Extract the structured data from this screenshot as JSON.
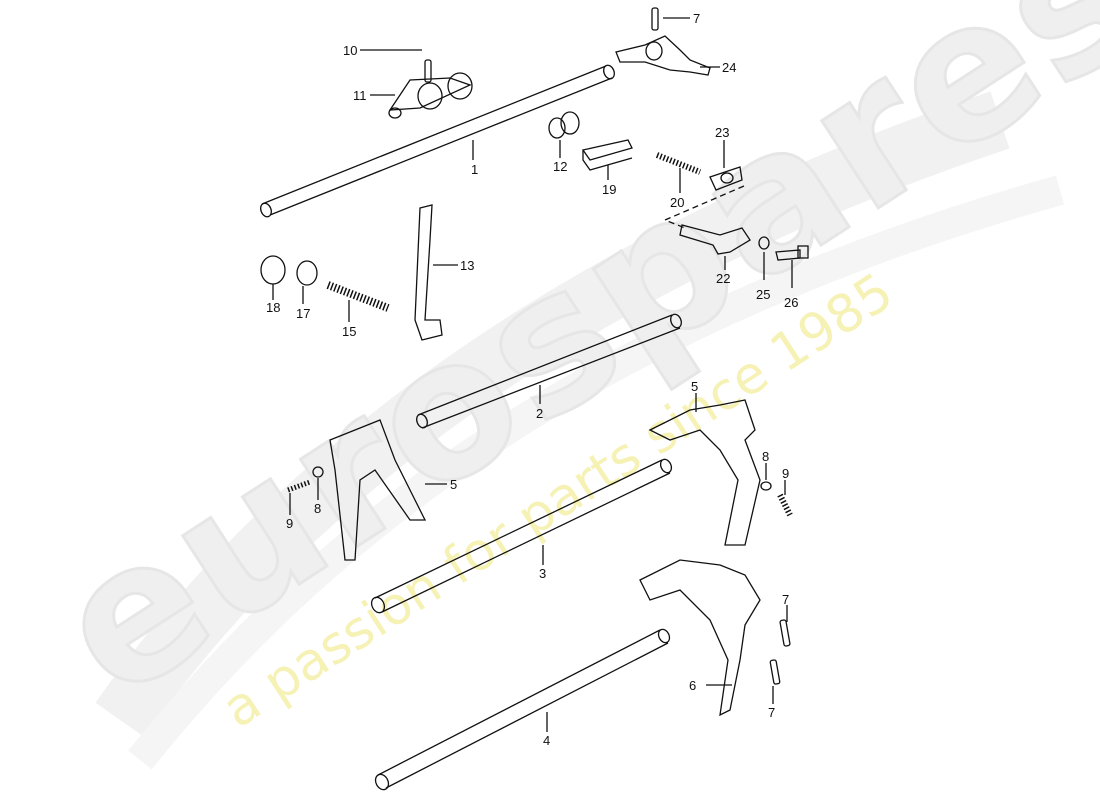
{
  "diagram": {
    "type": "exploded-parts-view",
    "subject": "gear shift forks and shift rods",
    "watermark": {
      "brand": "eurospares",
      "tagline": "a passion for parts since 1985",
      "brand_color": "#e8e8e8",
      "tagline_color": "#f6f2b6"
    },
    "labels": [
      {
        "id": "p1",
        "text": "1"
      },
      {
        "id": "p2",
        "text": "2"
      },
      {
        "id": "p3",
        "text": "3"
      },
      {
        "id": "p4",
        "text": "4"
      },
      {
        "id": "p5a",
        "text": "5"
      },
      {
        "id": "p5b",
        "text": "5"
      },
      {
        "id": "p6",
        "text": "6"
      },
      {
        "id": "p7a",
        "text": "7"
      },
      {
        "id": "p7b",
        "text": "7"
      },
      {
        "id": "p7c",
        "text": "7"
      },
      {
        "id": "p8a",
        "text": "8"
      },
      {
        "id": "p8b",
        "text": "8"
      },
      {
        "id": "p9a",
        "text": "9"
      },
      {
        "id": "p9b",
        "text": "9"
      },
      {
        "id": "p10",
        "text": "10"
      },
      {
        "id": "p11",
        "text": "11"
      },
      {
        "id": "p12",
        "text": "12"
      },
      {
        "id": "p13",
        "text": "13"
      },
      {
        "id": "p15",
        "text": "15"
      },
      {
        "id": "p17",
        "text": "17"
      },
      {
        "id": "p18",
        "text": "18"
      },
      {
        "id": "p19",
        "text": "19"
      },
      {
        "id": "p20",
        "text": "20"
      },
      {
        "id": "p22",
        "text": "22"
      },
      {
        "id": "p23",
        "text": "23"
      },
      {
        "id": "p24",
        "text": "24"
      },
      {
        "id": "p25",
        "text": "25"
      },
      {
        "id": "p26",
        "text": "26"
      }
    ]
  }
}
